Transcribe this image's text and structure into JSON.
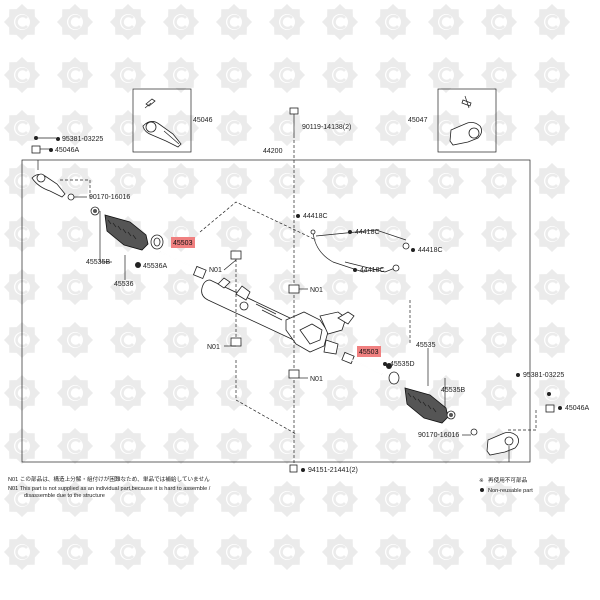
{
  "parts": {
    "p95381_left": "95381-03225",
    "p45046A_left": "45046A",
    "p45046": "45046",
    "p90119": "90119-14138(2)",
    "p45047": "45047",
    "p44200": "44200",
    "p90170_left": "90170-16016",
    "p44418C_1": "44418C",
    "p44418C_2": "44418C",
    "p44418C_3": "44418C",
    "p44418C_4": "44418C",
    "p45503_left": "45503",
    "p45535B_left": "45535B",
    "p45536A": "45536A",
    "p45536": "45536",
    "pN01_1": "N01",
    "pN01_2": "N01",
    "pN01_3": "N01",
    "pN01_4": "N01",
    "p45503_right": "45503",
    "p45535": "45535",
    "p45535D": "45535D",
    "p45535B_right": "45535B",
    "p95381_right": "95381-03225",
    "p45046A_right": "45046A",
    "p90170_right": "90170-16016",
    "p94151": "94151-21441(2)"
  },
  "highlight_color": "#f08080",
  "notes": {
    "jp_line": "N01 この部品は、構造上分解・組付けが困難なため、単品では補給していません",
    "en_line1": "N01 This part is not supplied as an individual part,because it is hard to assemble /",
    "en_line2": "disassemble due to the structure"
  },
  "legend": {
    "jp": "再使用不可部品",
    "en": "Non-reusable part"
  },
  "watermark_icon": "gear-logo-icon"
}
